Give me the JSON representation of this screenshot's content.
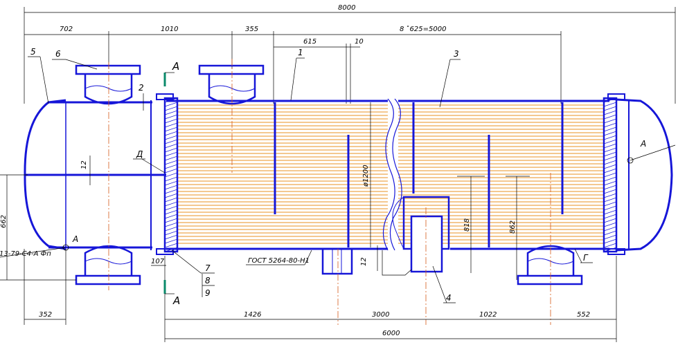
{
  "dimensions": {
    "overall_length": "8000",
    "head_left": "702",
    "nozzle_spacing": "1010",
    "nozzle_offset": "355",
    "baffle_pitch": "8 ˟625=5000",
    "baffle_first": "615",
    "baffle_thk": "10",
    "pass_partition": "12",
    "shell_dia": "ø1200",
    "nozzle_height": "662",
    "left_nozzle_offset": "352",
    "tubesheet": "107",
    "support_pos": "1426",
    "support_spacing": "3000",
    "dim_1022": "1022",
    "dim_552": "552",
    "tube_length": "6000",
    "dim_818": "818",
    "dim_862": "862",
    "dim_12_bottom": "12"
  },
  "labels": {
    "part_1": "1",
    "part_2": "2",
    "part_3": "3",
    "part_4": "4",
    "part_5": "5",
    "part_6": "6",
    "part_7": "7",
    "part_8": "8",
    "part_9": "9",
    "section_a": "A",
    "view_d": "Д",
    "view_g": "Г",
    "flange_note": "13-79-С4-А Фп",
    "gost_note": "ГОСТ 5264-80-Н1",
    "weld_a_left": "А",
    "weld_a_right": "А"
  },
  "colors": {
    "outline": "#1616d8",
    "tubes": "#e89020",
    "centerline": "#d65a1a",
    "cut_mark": "#0a8a6a"
  }
}
